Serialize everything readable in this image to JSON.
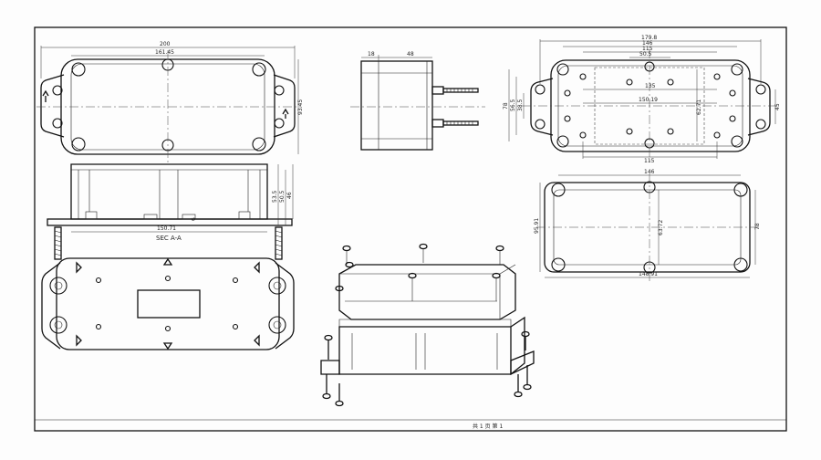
{
  "footer": {
    "sheet_text": "共 1 页  第 1"
  },
  "top_view": {
    "dim_width": "200",
    "dim_inner": "161.45",
    "dim_height": "93.45"
  },
  "side_view": {
    "dim_depth": "48",
    "dim_lip": "18"
  },
  "right_top_view": {
    "dims_top": [
      "179.8",
      "146",
      "115",
      "50.5"
    ],
    "dim_left_1": "78",
    "dim_left_2": "56.5",
    "dim_left_3": "38.5",
    "dim_inner_v": "135",
    "dim_slot": "150.19",
    "dim_center_v": "62.71",
    "dim_bottom": "115",
    "dim_right": "45"
  },
  "section_view": {
    "label": "SEC A-A",
    "dim_width": "150.71",
    "dims_right": [
      "53.5",
      "50.5",
      "46"
    ],
    "dim_small": "6"
  },
  "lid_view": {
    "dim_top": "146",
    "dim_bottom": "148.91",
    "dim_left": "95.91",
    "dim_center": "63.72",
    "dim_right": "78"
  }
}
